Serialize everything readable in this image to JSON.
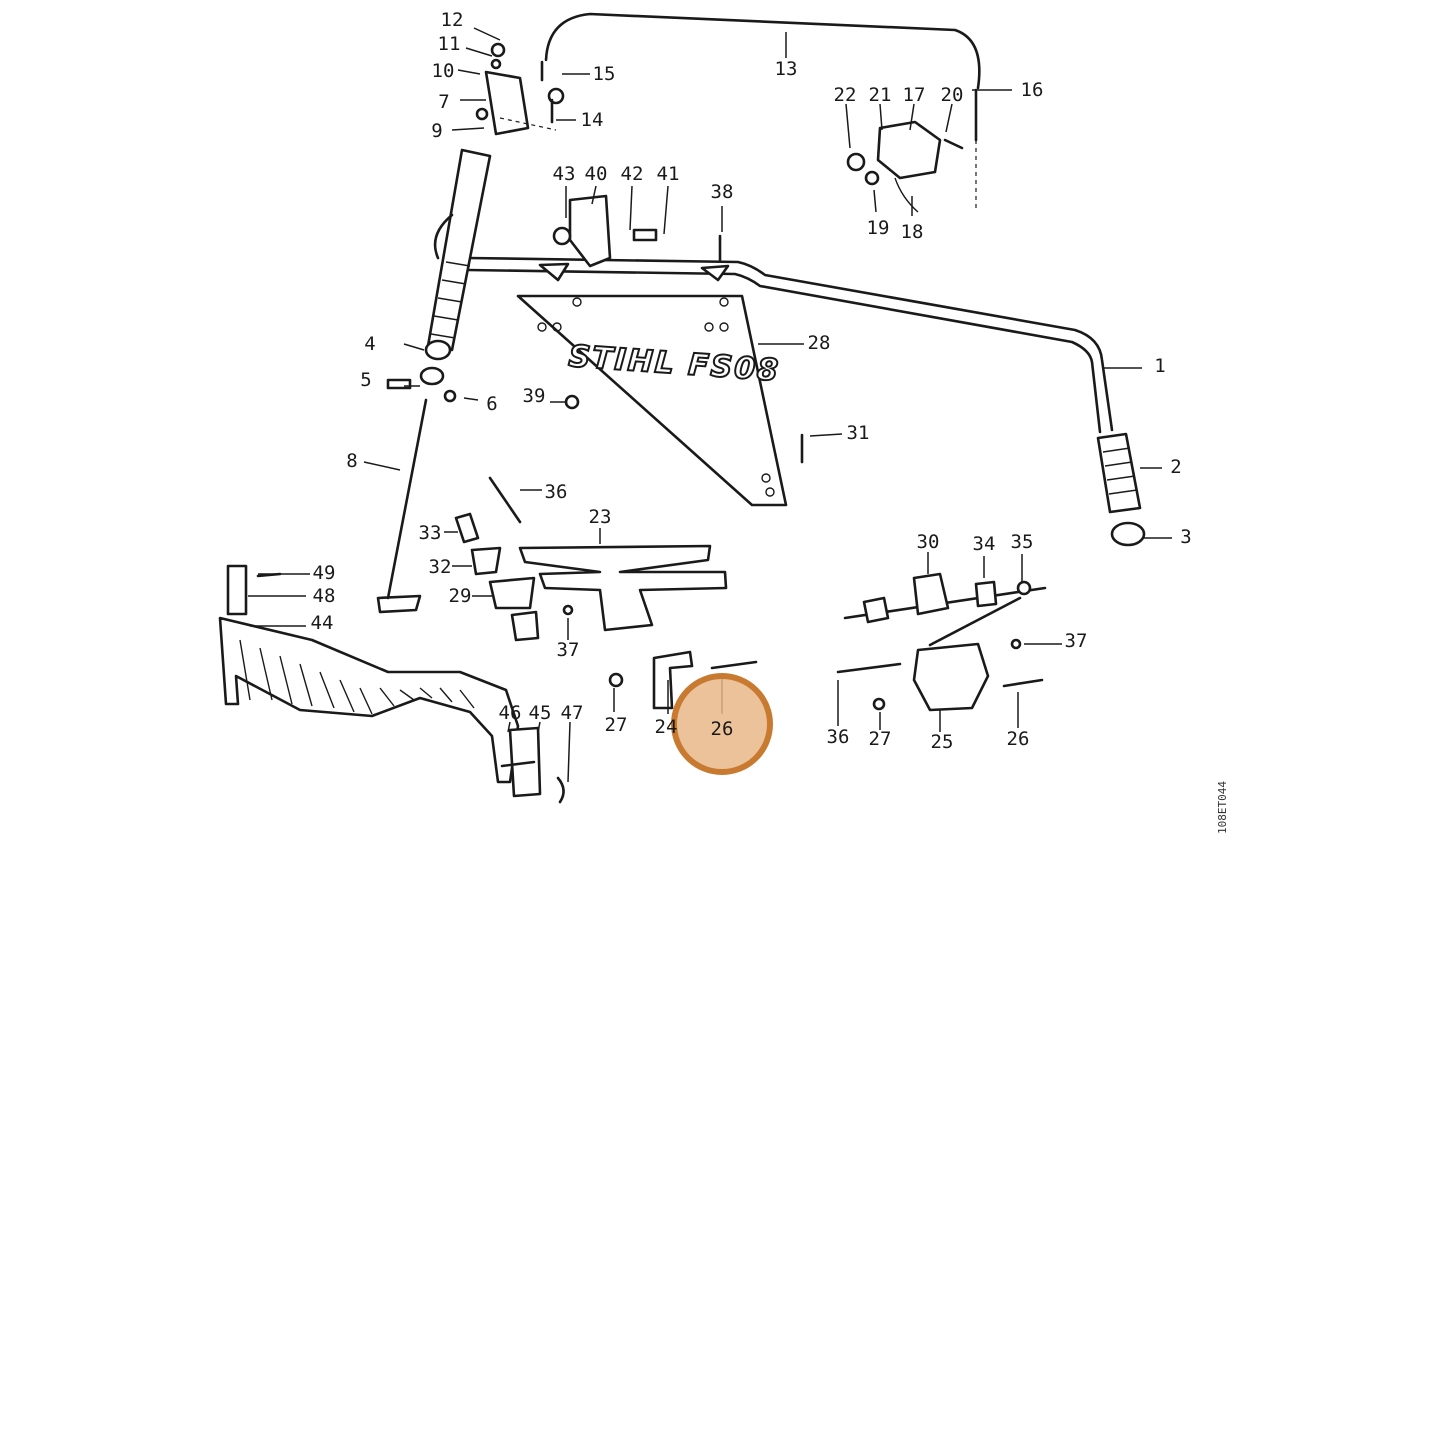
{
  "figure": {
    "plate_text": "STIHL FS08",
    "figure_code": "108ET044",
    "highlight_label": "26",
    "highlight_color": "#c97a31"
  },
  "callouts": [
    "1",
    "2",
    "3",
    "4",
    "5",
    "6",
    "7",
    "8",
    "9",
    "10",
    "11",
    "12",
    "13",
    "14",
    "15",
    "16",
    "17",
    "18",
    "19",
    "20",
    "21",
    "22",
    "23",
    "24",
    "25",
    "26",
    "26",
    "27",
    "27",
    "28",
    "29",
    "30",
    "31",
    "32",
    "33",
    "34",
    "35",
    "36",
    "36",
    "37",
    "37",
    "38",
    "39",
    "40",
    "41",
    "42",
    "43",
    "44",
    "45",
    "46",
    "47",
    "48",
    "49"
  ]
}
